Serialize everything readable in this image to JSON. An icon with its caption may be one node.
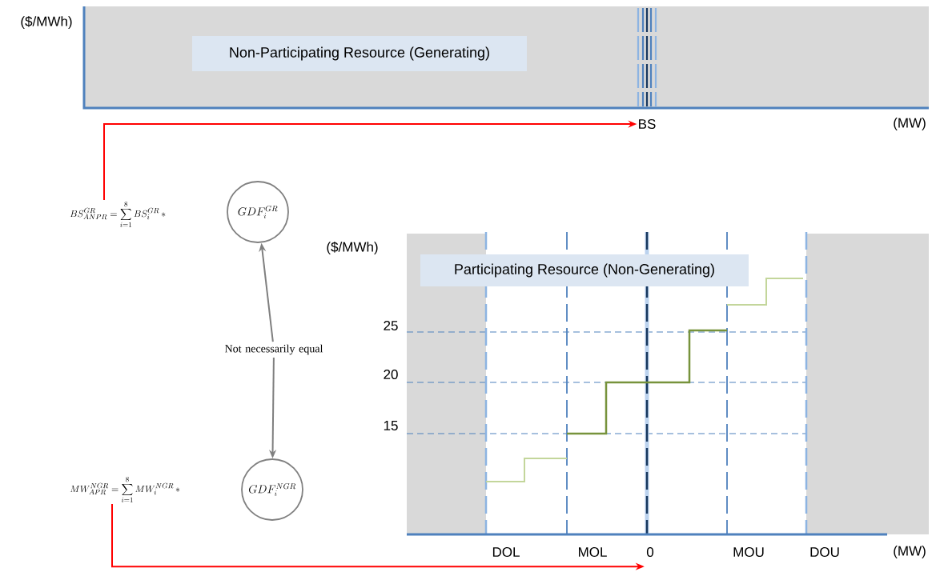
{
  "diagram": {
    "nodes": [
      {
        "text": [
          "Non-Participating Resource (Generating)"
        ]
      },
      {
        "text": [
          "BS"
        ]
      },
      {
        "text": [
          "BS^{GR}_{ANPR}=\\sum_{i=1}^{8} BS^{GR}_{i}\\,*"
        ]
      },
      {
        "text": [
          "GDF^{GR}_{i}"
        ]
      },
      {
        "text": [
          "Not necessarily equal"
        ]
      },
      {
        "text": [
          "Participating Resource (Non-Generating)"
        ]
      },
      {
        "text": [
          "MW^{NGR}_{APR}=\\sum_{i=1}^{8} MW^{NGR}_{i}\\,*"
        ]
      },
      {
        "text": [
          "GDF^{NGR}_{i}"
        ]
      },
      {
        "text": [
          "0"
        ]
      }
    ],
    "edges": [
      {
        "from": 2,
        "to": 1,
        "arrow": "to",
        "color": "#ff0000"
      },
      {
        "from": 4,
        "to": 3,
        "arrow": "to",
        "color": "#7f7f7f"
      },
      {
        "from": 4,
        "to": 7,
        "arrow": "to",
        "color": "#7f7f7f"
      },
      {
        "from": 6,
        "to": 8,
        "arrow": "to",
        "color": "#ff0000"
      }
    ],
    "labels": [
      "($/MWh)",
      "(MW)",
      "($/MWh)",
      "25",
      "20",
      "15",
      "DOL",
      "MOL",
      "MOU",
      "DOU",
      "(MW)"
    ]
  }
}
